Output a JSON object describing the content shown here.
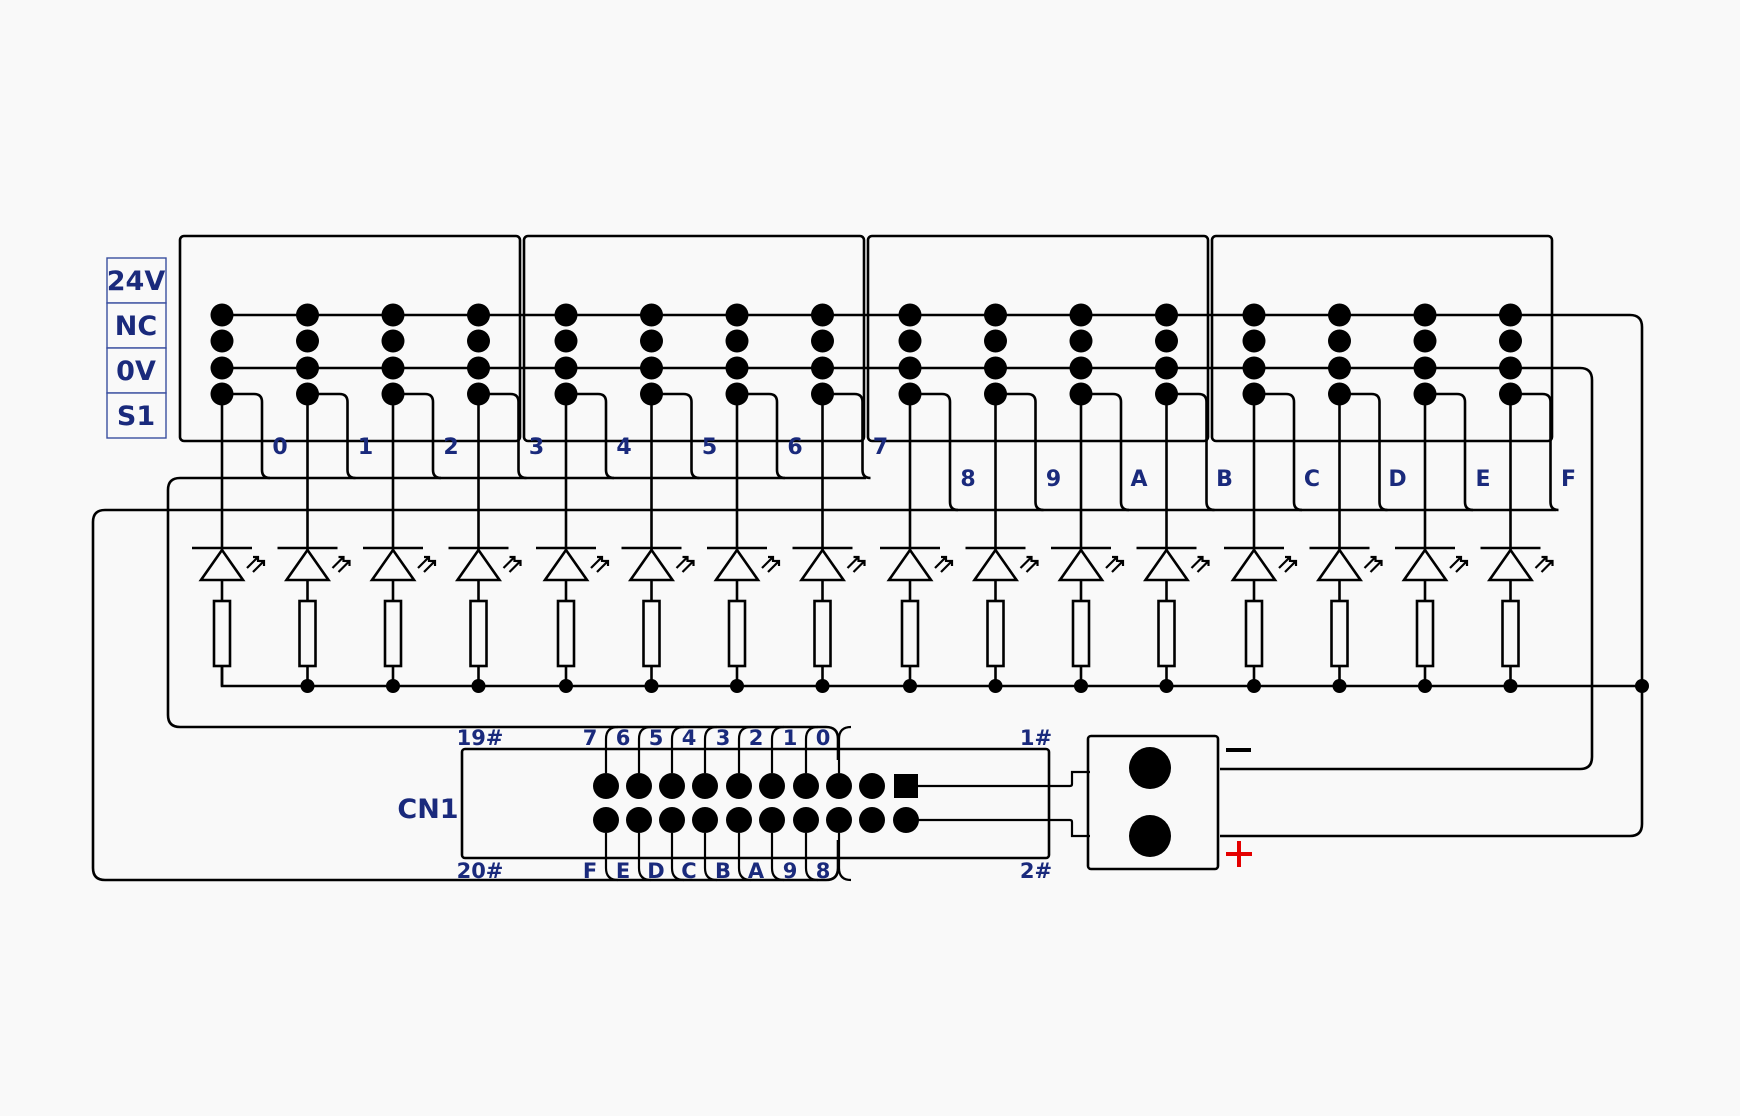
{
  "legend": [
    "24V",
    "NC",
    "0V",
    "S1"
  ],
  "channels": [
    "0",
    "1",
    "2",
    "3",
    "4",
    "5",
    "6",
    "7",
    "8",
    "9",
    "A",
    "B",
    "C",
    "D",
    "E",
    "F"
  ],
  "connector": {
    "name": "CN1",
    "pin_top_left": "19#",
    "pin_top_right": "1#",
    "pin_bottom_left": "20#",
    "pin_bottom_right": "2#",
    "top_labels": [
      "7",
      "6",
      "5",
      "4",
      "3",
      "2",
      "1",
      "0"
    ],
    "bottom_labels": [
      "F",
      "E",
      "D",
      "C",
      "B",
      "A",
      "9",
      "8"
    ]
  },
  "power": {
    "minus": "−",
    "plus": "+"
  },
  "colors": {
    "label": "#1a2a7c",
    "plus": "#e40000",
    "line": "#000000"
  }
}
